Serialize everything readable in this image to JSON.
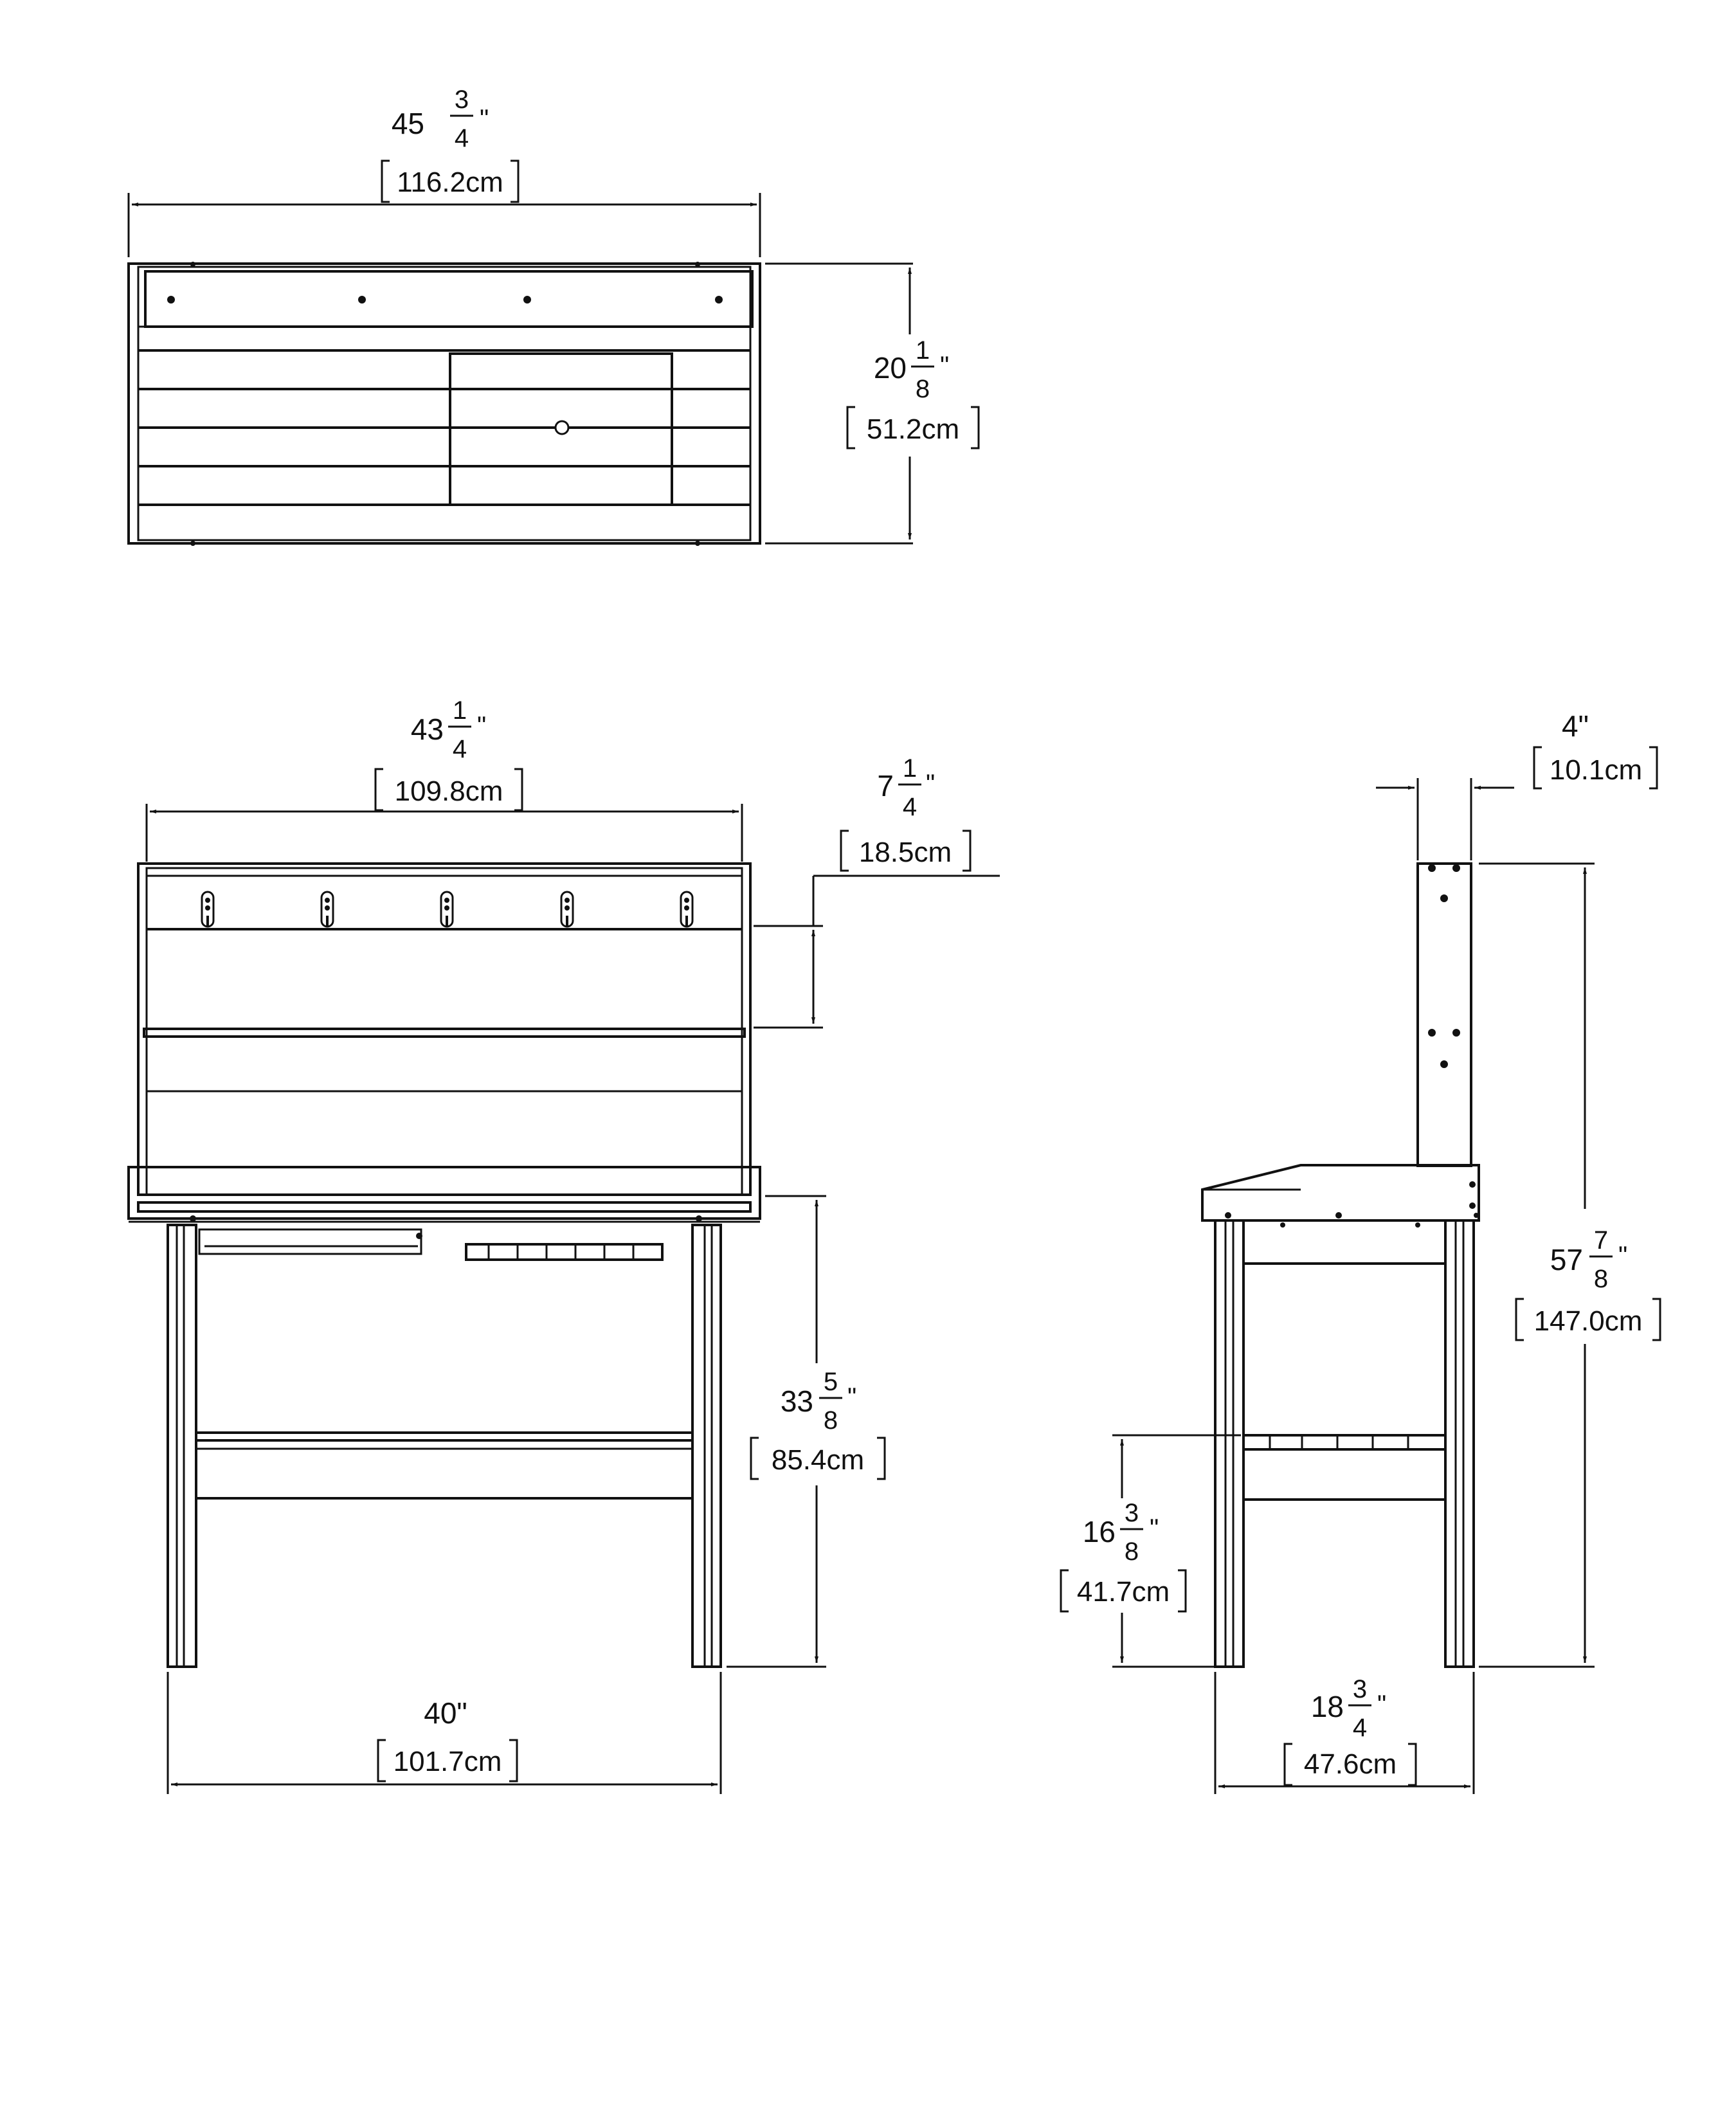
{
  "dimensions": {
    "top_width": {
      "whole": "45",
      "num": "3",
      "den": "4",
      "unit": "\"",
      "metric": "116.2cm"
    },
    "top_depth": {
      "whole": "20",
      "num": "1",
      "den": "8",
      "unit": "\"",
      "metric": "51.2cm"
    },
    "front_shelf_width": {
      "whole": "43",
      "num": "1",
      "den": "4",
      "unit": "\"",
      "metric": "109.8cm"
    },
    "shelf_gap": {
      "whole": "7",
      "num": "1",
      "den": "4",
      "unit": "\"",
      "metric": "18.5cm"
    },
    "work_height": {
      "whole": "33",
      "num": "5",
      "den": "8",
      "unit": "\"",
      "metric": "85.4cm"
    },
    "leg_span": {
      "text": "40\"",
      "metric": "101.7cm"
    },
    "post_depth": {
      "text": "4\"",
      "metric": "10.1cm"
    },
    "total_height": {
      "whole": "57",
      "num": "7",
      "den": "8",
      "unit": "\"",
      "metric": "147.0cm"
    },
    "lower_shelf_height": {
      "whole": "16",
      "num": "3",
      "den": "8",
      "unit": "\"",
      "metric": "41.7cm"
    },
    "side_depth": {
      "whole": "18",
      "num": "3",
      "den": "4",
      "unit": "\"",
      "metric": "47.6cm"
    }
  }
}
